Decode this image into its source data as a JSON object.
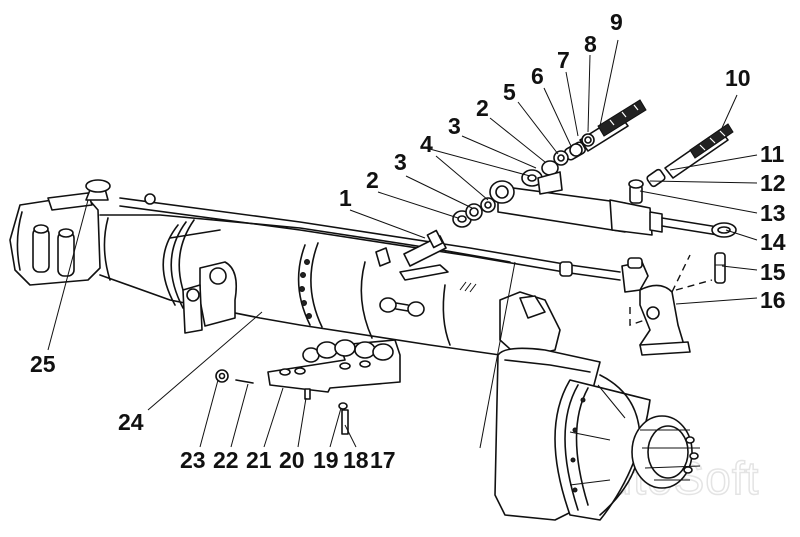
{
  "figure": {
    "title": "Steering axle assembly — exploded view",
    "watermark": "AutoSoft",
    "callouts": [
      {
        "id": "1",
        "label": "1",
        "part": "steering cylinder pin"
      },
      {
        "id": "2a",
        "label": "2",
        "part": "washer"
      },
      {
        "id": "3a",
        "label": "3",
        "part": "bushing"
      },
      {
        "id": "4",
        "label": "4",
        "part": "seal ring"
      },
      {
        "id": "3b",
        "label": "3",
        "part": "bushing"
      },
      {
        "id": "2b",
        "label": "2",
        "part": "washer"
      },
      {
        "id": "5",
        "label": "5",
        "part": "ring"
      },
      {
        "id": "6",
        "label": "6",
        "part": "washer"
      },
      {
        "id": "7",
        "label": "7",
        "part": "nut"
      },
      {
        "id": "8",
        "label": "8",
        "part": "washer"
      },
      {
        "id": "9",
        "label": "9",
        "part": "hose fitting"
      },
      {
        "id": "10",
        "label": "10",
        "part": "hydraulic hose"
      },
      {
        "id": "11",
        "label": "11",
        "part": "union"
      },
      {
        "id": "12",
        "label": "12",
        "part": "gasket"
      },
      {
        "id": "13",
        "label": "13",
        "part": "steering cylinder"
      },
      {
        "id": "14",
        "label": "14",
        "part": "rod eye"
      },
      {
        "id": "15",
        "label": "15",
        "part": "pin"
      },
      {
        "id": "16",
        "label": "16",
        "part": "steering arm"
      },
      {
        "id": "17",
        "label": "17",
        "part": "tie rod"
      },
      {
        "id": "18",
        "label": "18",
        "part": "bolt"
      },
      {
        "id": "19",
        "label": "19",
        "part": "washer"
      },
      {
        "id": "20",
        "label": "20",
        "part": "bolt"
      },
      {
        "id": "21",
        "label": "21",
        "part": "mounting plate"
      },
      {
        "id": "22",
        "label": "22",
        "part": "cotter pin"
      },
      {
        "id": "23",
        "label": "23",
        "part": "nut"
      },
      {
        "id": "24",
        "label": "24",
        "part": "axle housing"
      },
      {
        "id": "25",
        "label": "25",
        "part": "breather"
      }
    ]
  }
}
